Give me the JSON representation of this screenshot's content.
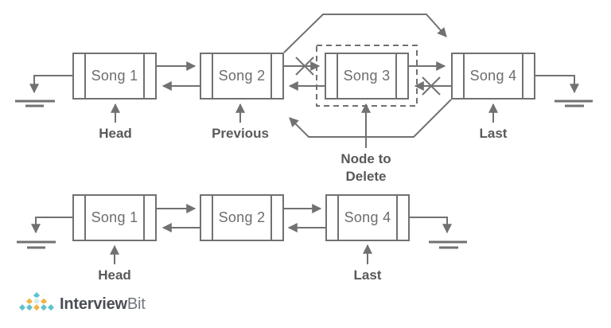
{
  "diagram": {
    "line_color": "#717171",
    "top_row": {
      "nodes": [
        {
          "label": "Song 1"
        },
        {
          "label": "Song 2"
        },
        {
          "label": "Song 3"
        },
        {
          "label": "Song 4"
        }
      ],
      "labels": {
        "head": "Head",
        "previous": "Previous",
        "last": "Last",
        "node_to_delete_line1": "Node to",
        "node_to_delete_line2": "Delete"
      }
    },
    "bottom_row": {
      "nodes": [
        {
          "label": "Song 1"
        },
        {
          "label": "Song 2"
        },
        {
          "label": "Song 4"
        }
      ],
      "labels": {
        "head": "Head",
        "last": "Last"
      }
    }
  },
  "logo": {
    "text_primary": "Interview",
    "text_secondary": "Bit",
    "colors": {
      "teal": "#5fc3cd",
      "orange": "#f1b545",
      "pale": "#d5eaed",
      "text_primary": "#4b4e56",
      "text_secondary": "#73767e"
    }
  }
}
